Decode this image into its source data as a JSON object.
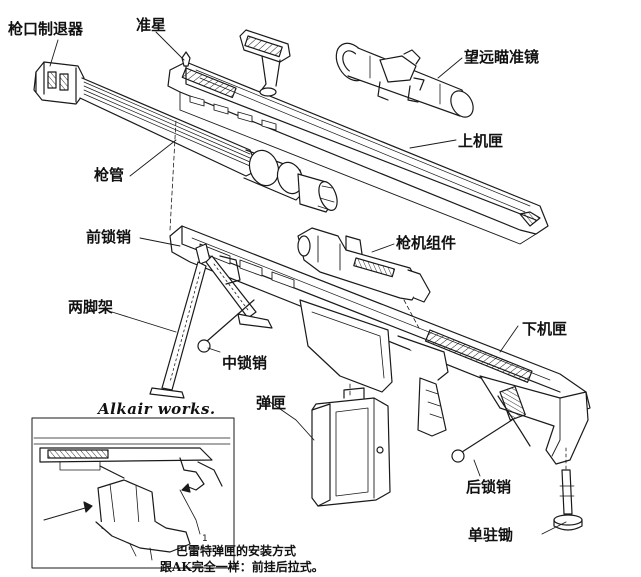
{
  "labels": {
    "muzzle_brake": "枪口制退器",
    "front_sight": "准星",
    "scope": "望远瞄准镜",
    "upper_receiver": "上机匣",
    "barrel": "枪管",
    "front_lock_pin": "前锁销",
    "bolt_assembly": "枪机组件",
    "bipod": "两脚架",
    "lower_receiver": "下机匣",
    "middle_lock_pin": "中锁销",
    "magazine": "弹匣",
    "rear_lock_pin": "后锁销",
    "monopod": "单驻锄"
  },
  "watermark": "Alkair works.",
  "inset": {
    "callout_number": "1",
    "caption_line1": "巴雷特弹匣的安装方式",
    "caption_line2": "跟AK完全一样：前挂后拉式。"
  },
  "colors": {
    "line": "#1a1a1a",
    "background": "#ffffff"
  }
}
